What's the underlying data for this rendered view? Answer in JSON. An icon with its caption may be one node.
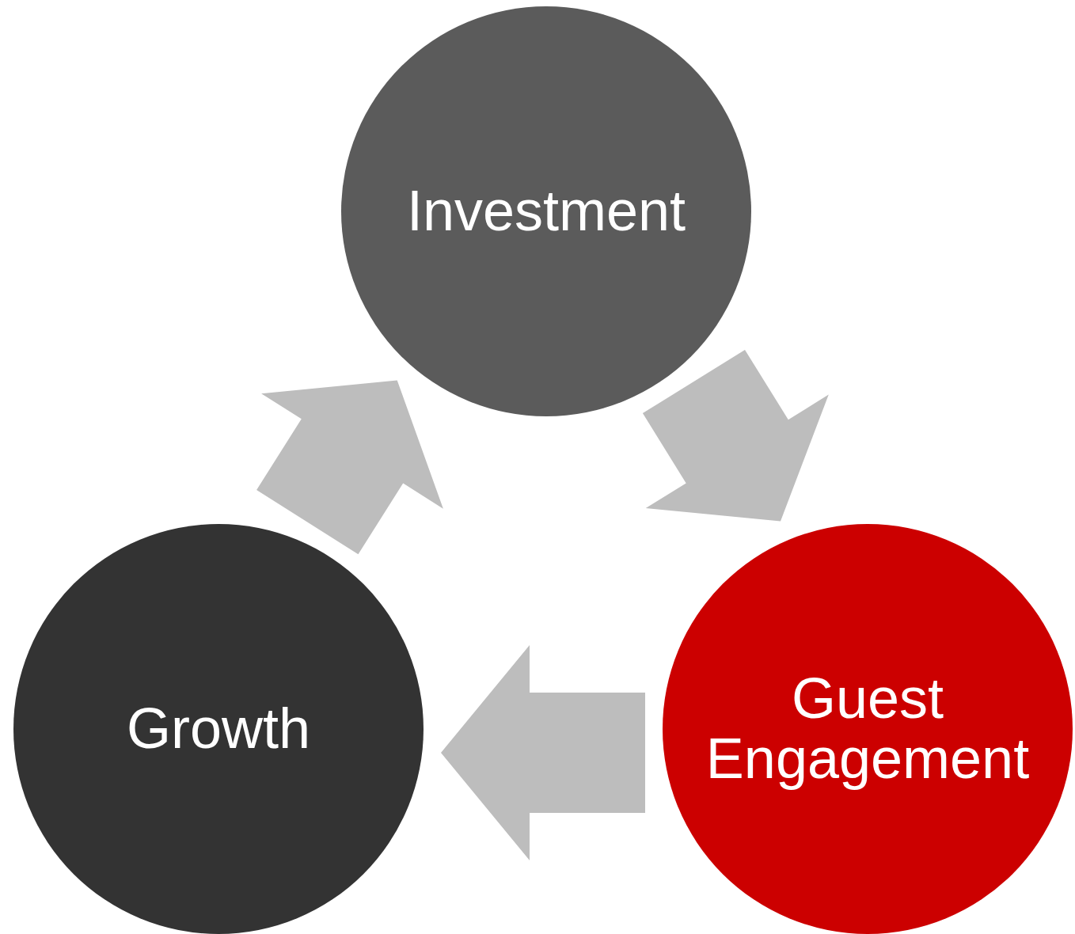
{
  "diagram": {
    "nodes": [
      {
        "text": [
          "Investment"
        ]
      },
      {
        "text": [
          "Guest Engagement"
        ]
      },
      {
        "text": [
          "Growth"
        ]
      }
    ],
    "edges": [
      {
        "from": 0,
        "to": 1,
        "arrow": "to"
      },
      {
        "from": 1,
        "to": 2,
        "arrow": "to"
      },
      {
        "from": 2,
        "to": 0,
        "arrow": "to"
      }
    ]
  }
}
